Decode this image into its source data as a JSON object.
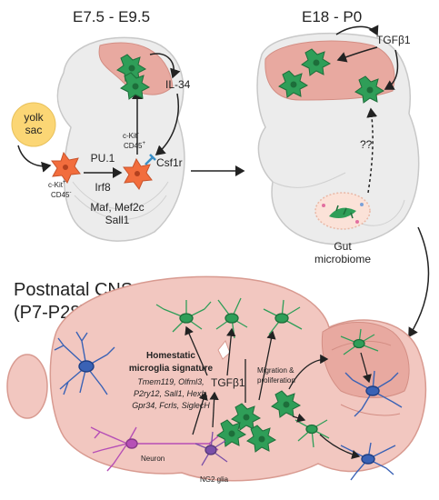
{
  "panels": {
    "early": {
      "title": "E7.5 - E9.5"
    },
    "late": {
      "title": "E18 - P0"
    },
    "postnatal": {
      "title_line1": "Postnatal CNS",
      "title_line2": "(P7-P28)"
    }
  },
  "early_labels": {
    "yolk_sac": [
      "yolk",
      "sac"
    ],
    "ckit_neg": "c-Kit",
    "ckit_neg_sup": "-",
    "cd45_pos": "CD45",
    "cd45_pos_sup": "+",
    "ckit_pos": "c-Kit",
    "ckit_pos_sup": "+",
    "cd45_neg": "CD45",
    "cd45_neg_sup": "-",
    "il34": "IL-34",
    "csf1r": "Csf1r",
    "pu1": "PU.1",
    "irf8": "Irf8",
    "maf": "Maf, Mef2c",
    "sall1": "Sall1"
  },
  "late_labels": {
    "tgfb": "TGFβ1",
    "unknown": "??",
    "gut": [
      "Gut",
      "microbiome"
    ]
  },
  "postnatal_labels": {
    "signature_title": [
      "Homestatic",
      "microglia signature"
    ],
    "signature_genes": [
      "Tmem119, Olfml3,",
      "P2ry12, Sall1, Hexb,",
      "Gpr34, Fcrls, SiglecH"
    ],
    "tgfb": "TGFβ1",
    "neuron": "Neuron",
    "ng2": "NG2 glia",
    "migration": [
      "Migration &",
      "proliferation"
    ]
  },
  "colors": {
    "microglia": "#2f9e58",
    "microglia_dark": "#1d6e3a",
    "progenitor": "#f26d3d",
    "yolk_sac": "#fbd675",
    "brain": "#e8a9a0",
    "embryo": "#ececec",
    "cns": "#f2c7c0",
    "neuron": "#b64fb6",
    "ng2": "#7a4fa8",
    "blue_microglia": "#3a62b5"
  }
}
